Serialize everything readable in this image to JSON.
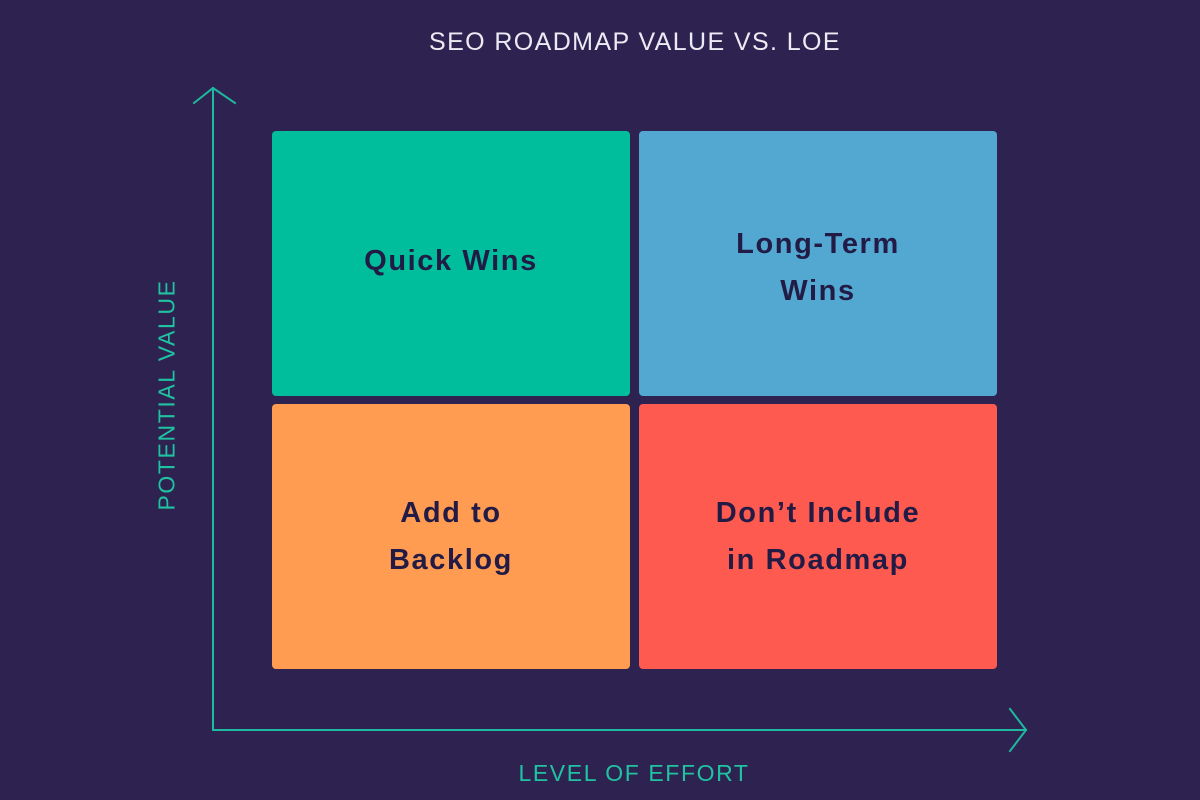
{
  "title": "SEO ROADMAP VALUE VS. LOE",
  "axes": {
    "y_label": "POTENTIAL VALUE",
    "x_label": "LEVEL OF EFFORT",
    "color": "#1fb8a0"
  },
  "quadrants": [
    {
      "position": "top-left",
      "label": "Quick Wins",
      "color": "#00bd9c"
    },
    {
      "position": "top-right",
      "label": "Long-Term\nWins",
      "color": "#52a8d1"
    },
    {
      "position": "bottom-left",
      "label": "Add to\nBacklog",
      "color": "#ff9c51"
    },
    {
      "position": "bottom-right",
      "label": "Don’t Include\nin Roadmap",
      "color": "#ff5a4f"
    }
  ],
  "colors": {
    "background": "#2e2350",
    "label_text": "#221b45",
    "title_text": "#ecebf3"
  }
}
